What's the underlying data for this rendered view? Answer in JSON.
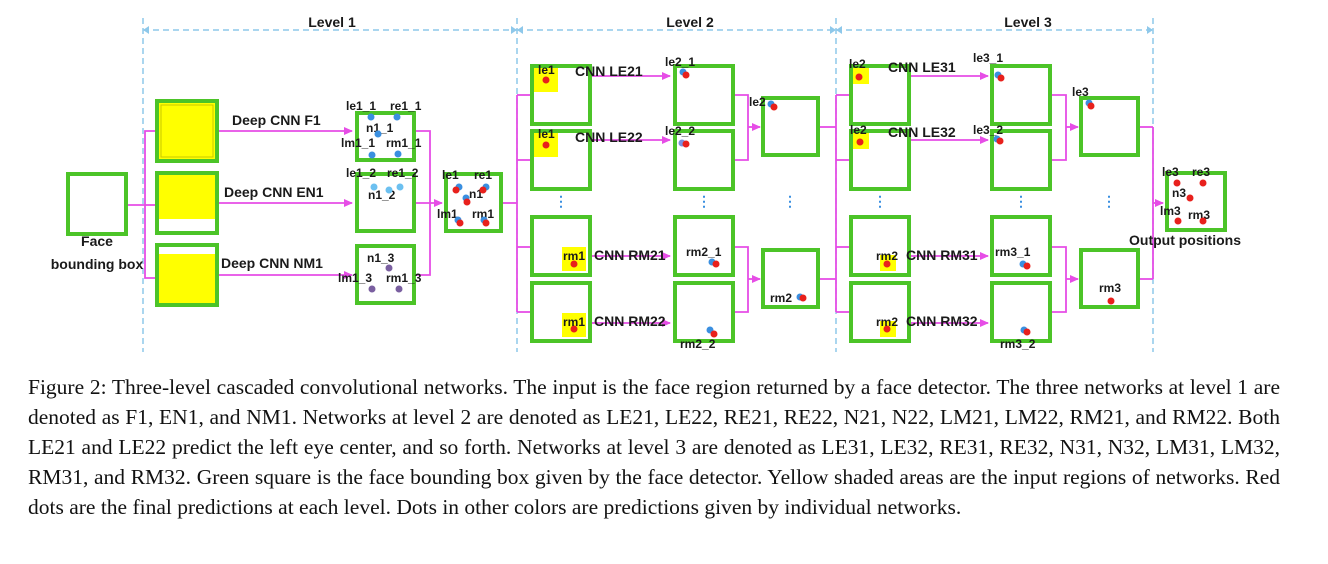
{
  "levels": [
    "Level 1",
    "Level 2",
    "Level 3"
  ],
  "input": {
    "line1": "Face",
    "line2": "bounding box"
  },
  "level1": {
    "net_f1": "Deep CNN F1",
    "net_en1": "Deep CNN EN1",
    "net_nm1": "Deep CNN NM1",
    "f1_points": {
      "le": "le1_1",
      "re": "re1_1",
      "n": "n1_1",
      "lm": "lm1_1",
      "rm": "rm1_1"
    },
    "en1_points": {
      "le": "le1_2",
      "re": "re1_2",
      "n": "n1_2"
    },
    "nm1_points": {
      "n": "n1_3",
      "lm": "lm1_3",
      "rm": "rm1_3"
    },
    "merged": {
      "le": "le1",
      "re": "re1",
      "n": "n1",
      "lm": "lm1",
      "rm": "rm1"
    }
  },
  "level2": {
    "in_le": "le1",
    "in_rm": "rm1",
    "net_le21": "CNN LE21",
    "net_le22": "CNN LE22",
    "net_rm21": "CNN RM21",
    "net_rm22": "CNN RM22",
    "out_le21": "le2_1",
    "out_le22": "le2_2",
    "out_rm21": "rm2_1",
    "out_rm22": "rm2_2",
    "merged_le": "le2",
    "merged_rm": "rm2",
    "ellipsis": "⋮"
  },
  "level3": {
    "in_le": "le2",
    "in_rm": "rm2",
    "net_le31": "CNN LE31",
    "net_le32": "CNN LE32",
    "net_rm31": "CNN RM31",
    "net_rm32": "CNN RM32",
    "out_le31": "le3_1",
    "out_le32": "le3_2",
    "out_rm31": "rm3_1",
    "out_rm32": "rm3_2",
    "merged_le": "le3",
    "merged_rm": "rm3",
    "ellipsis": "⋮"
  },
  "output": {
    "le": "le3",
    "re": "re3",
    "n": "n3",
    "lm": "lm3",
    "rm": "rm3",
    "label": "Output positions"
  },
  "colors": {
    "box_green": "#4cc428",
    "yellow": "#ffff00",
    "arrow_pink": "#e64de6",
    "dash_blue": "#8ec8ea",
    "dot_red": "#e8201c",
    "dot_blue": "#3a8fe0",
    "dot_purple": "#7a5fa0"
  },
  "caption": "Figure 2: Three-level cascaded convolutional networks. The input is the face region returned by a face detector. The three networks at level 1 are denoted as F1, EN1, and NM1. Networks at level 2 are denoted as LE21, LE22, RE21, RE22, N21, N22, LM21, LM22, RM21, and RM22. Both LE21 and LE22 predict the left eye center, and so forth. Networks at level 3 are denoted as LE31, LE32, RE31, RE32, N31, N32, LM31, LM32, RM31, and RM32. Green square is the face bounding box given by the face detector. Yellow shaded areas are the input regions of networks. Red dots are the final predictions at each level. Dots in other colors are predictions given by individual networks."
}
